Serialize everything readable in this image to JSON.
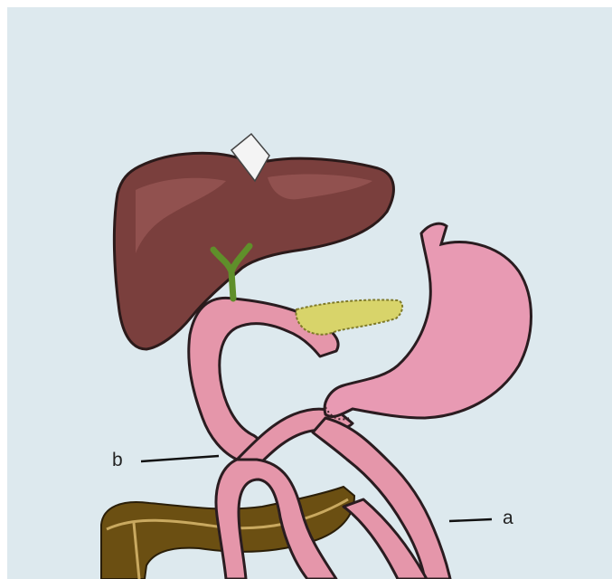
{
  "figure": {
    "labels": {
      "a": "a",
      "b": "b"
    },
    "structures": [
      "liver",
      "gallbladder-bile-duct",
      "pancreas",
      "stomach",
      "jejunal-limb-a",
      "biliopancreatic-limb-b",
      "colon"
    ]
  },
  "colors": {
    "background": "#dde9ee",
    "border": "#ffffff",
    "liver": "#7a3f3d",
    "liver_highlight": "#9b5a57",
    "liver_outline": "#2b1a1a",
    "bile_duct": "#5f8f2a",
    "pancreas": "#d8d46a",
    "pancreas_outline": "#7f7a2a",
    "bowel": "#e596aa",
    "bowel_outline": "#2a1c20",
    "stomach": "#e89ab3",
    "colon": "#6b4f12",
    "colon_highlight": "#c9a960",
    "ligament": "#f4f4f4"
  }
}
